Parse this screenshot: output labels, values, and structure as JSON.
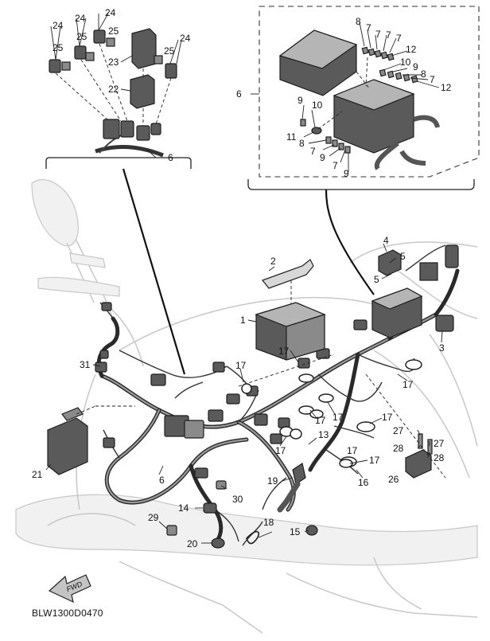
{
  "diagram": {
    "drawing_code": "BLW1300D0470",
    "fwd_label": "FWD",
    "main_callouts": [
      "1",
      "2",
      "3",
      "4",
      "5",
      "5",
      "6",
      "13",
      "14",
      "15",
      "16",
      "17",
      "17",
      "17",
      "17",
      "17",
      "17",
      "17",
      "17",
      "17",
      "18",
      "19",
      "20",
      "21",
      "26",
      "27",
      "27",
      "28",
      "28",
      "29",
      "30",
      "31"
    ],
    "fuse_box_callouts": [
      "6",
      "7",
      "7",
      "7",
      "7",
      "7",
      "7",
      "7",
      "8",
      "8",
      "8",
      "9",
      "9",
      "9",
      "9",
      "10",
      "10",
      "11",
      "12",
      "12"
    ],
    "relay_callouts": [
      "6",
      "22",
      "23",
      "24",
      "24",
      "24",
      "24",
      "25",
      "25",
      "25",
      "25"
    ]
  }
}
